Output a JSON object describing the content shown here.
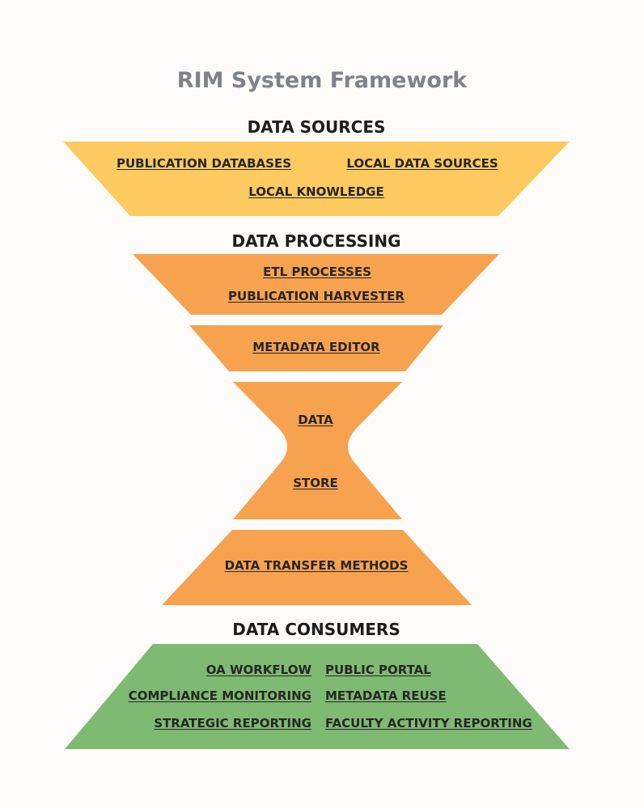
{
  "title": "RIM System Framework",
  "colors": {
    "sources": "#fcca5e",
    "processing": "#f7a24f",
    "consumers": "#7fba72",
    "title_text": "#7f8389",
    "label_text": "#262626"
  },
  "sections": {
    "sources": {
      "heading": "DATA SOURCES",
      "items": [
        "PUBLICATION DATABASES",
        "LOCAL DATA SOURCES",
        "LOCAL KNOWLEDGE"
      ]
    },
    "processing": {
      "heading": "DATA PROCESSING",
      "stage1": [
        "ETL PROCESSES",
        "PUBLICATION HARVESTER"
      ],
      "stage2": [
        "METADATA EDITOR"
      ],
      "store": [
        "DATA",
        "STORE"
      ],
      "transfer": [
        "DATA TRANSFER METHODS"
      ]
    },
    "consumers": {
      "heading": "DATA CONSUMERS",
      "left": [
        "OA WORKFLOW",
        "COMPLIANCE MONITORING",
        "STRATEGIC REPORTING"
      ],
      "right": [
        "PUBLIC PORTAL",
        "METADATA REUSE",
        "FACULTY ACTIVITY REPORTING"
      ]
    }
  }
}
